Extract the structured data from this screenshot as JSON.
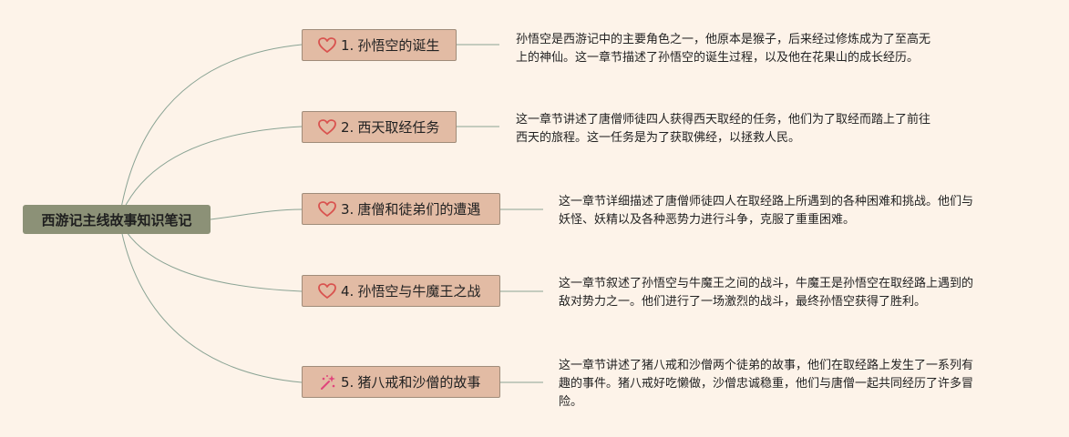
{
  "root": {
    "title": "西游记主线故事知识笔记"
  },
  "chapters": [
    {
      "number": "1.",
      "title": "孙悟空的诞生",
      "icon": "heart-icon",
      "desc_lines": [
        "孙悟空是西游记中的主要角色之一，他原本是猴子，后来经过修炼成为了至高无",
        "上的神仙。这一章节描述了孙悟空的诞生过程，以及他在花果山的成长经历。"
      ]
    },
    {
      "number": "2.",
      "title": "西天取经任务",
      "icon": "heart-icon",
      "desc_lines": [
        "这一章节讲述了唐僧师徒四人获得西天取经的任务，他们为了取经而踏上了前往",
        "西天的旅程。这一任务是为了获取佛经，以拯救人民。"
      ]
    },
    {
      "number": "3.",
      "title": "唐僧和徒弟们的遭遇",
      "icon": "heart-icon",
      "desc_lines": [
        "这一章节详细描述了唐僧师徒四人在取经路上所遇到的各种困难和挑战。他们与",
        "妖怪、妖精以及各种恶势力进行斗争，克服了重重困难。"
      ]
    },
    {
      "number": "4.",
      "title": "孙悟空与牛魔王之战",
      "icon": "heart-icon",
      "desc_lines": [
        "这一章节叙述了孙悟空与牛魔王之间的战斗，牛魔王是孙悟空在取经路上遇到的",
        "敌对势力之一。他们进行了一场激烈的战斗，最终孙悟空获得了胜利。"
      ]
    },
    {
      "number": "5.",
      "title": "猪八戒和沙僧的故事",
      "icon": "sparkle-icon",
      "desc_lines": [
        "这一章节讲述了猪八戒和沙僧两个徒弟的故事，他们在取经路上发生了一系列有",
        "趣的事件。猪八戒好吃懒做，沙僧忠诚稳重，他们与唐僧一起共同经历了许多冒",
        "险。"
      ]
    }
  ],
  "colors": {
    "background": "#fdf3e9",
    "root_fill": "#8c9177",
    "node_fill": "#e2bba4",
    "node_border": "#a08c7a",
    "edge": "#8aa394",
    "heart": "#d9534f",
    "sparkle": "#e0457b"
  }
}
